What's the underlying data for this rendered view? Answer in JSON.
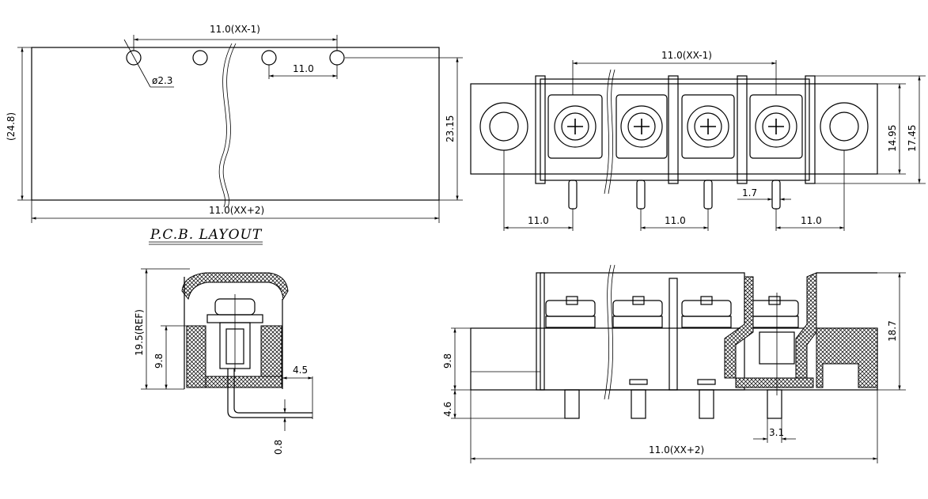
{
  "pcb_layout": {
    "title": "P.C.B. LAYOUT",
    "dims": {
      "pitch_total_top": "11.0(XX-1)",
      "pitch": "11.0",
      "hole_dia": "ø2.3",
      "height_ref": "(24.8)",
      "height": "23.15",
      "width_total": "11.0(XX+2)"
    }
  },
  "front_view": {
    "dims": {
      "pitch_total": "11.0(XX-1)",
      "height_a": "14.95",
      "height_b": "17.45",
      "pin_width": "1.7",
      "left_pitch": "11.0",
      "mid_pitch": "11.0",
      "right_pitch": "11.0"
    }
  },
  "side_view": {
    "dims": {
      "height_ref": "19.5(REF)",
      "body_height": "9.8",
      "pin_offset": "4.5",
      "pin_thickness": "0.8"
    }
  },
  "section_view": {
    "dims": {
      "body_height": "9.8",
      "pin_length": "4.6",
      "total_height": "18.7",
      "pin_width": "3.1",
      "total_width": "11.0(XX+2)"
    }
  }
}
